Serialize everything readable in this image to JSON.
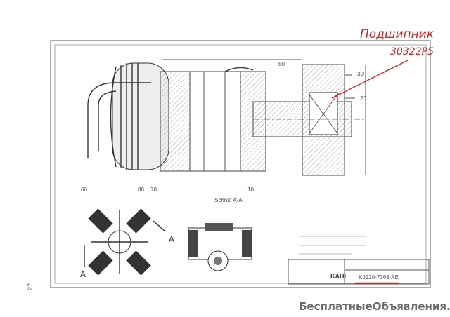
{
  "drawing": {
    "section_label": "Schnitt A-A",
    "view_marker": "A",
    "page_number": "27",
    "part_numbers": {
      "p10": "10",
      "p20": "20",
      "p30": "30",
      "p50": "50",
      "p60": "60",
      "p70": "70",
      "p80": "80"
    },
    "title_block": {
      "company": "KAHL",
      "drawing_number": "K3120-7368-AE"
    }
  },
  "annotation": {
    "line1": "Подшипник",
    "line2": "30322Р5",
    "color": "#d62020"
  },
  "watermark": "БесплатныеОбъявления.рф"
}
